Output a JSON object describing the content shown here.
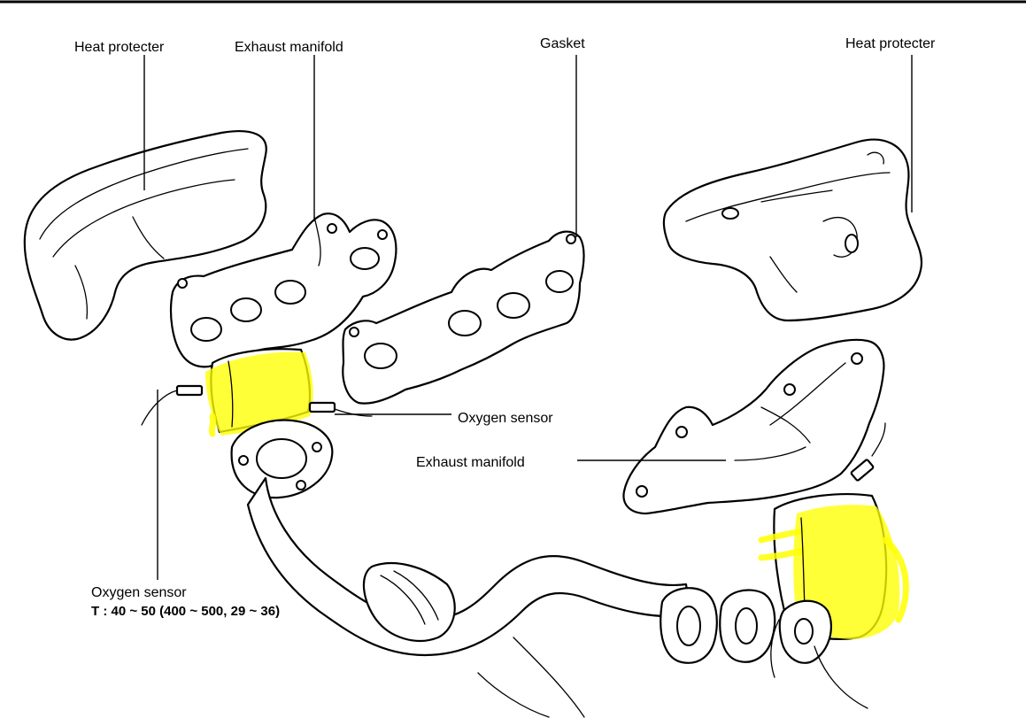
{
  "labels": {
    "heat_protector_left": "Heat protecter",
    "exhaust_manifold_top": "Exhaust manifold",
    "gasket": "Gasket",
    "heat_protector_right": "Heat protecter",
    "oxygen_sensor_front": "Oxygen sensor",
    "exhaust_manifold_rear": "Exhaust manifold",
    "oxygen_sensor_bottom": "Oxygen sensor",
    "torque_spec": "T : 40 ~ 50 (400 ~ 500, 29 ~ 36)"
  },
  "colors": {
    "highlight": "#ffff00",
    "line": "#000000",
    "background": "#ffffff"
  }
}
